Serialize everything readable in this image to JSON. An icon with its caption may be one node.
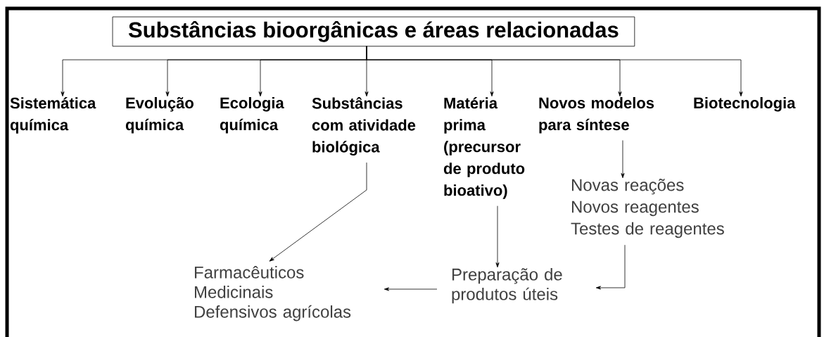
{
  "diagram": {
    "nodes": [
      {
        "text": [
          "Substâncias bioorgânicas e áreas relacionadas"
        ]
      },
      {
        "text": [
          "Sistemática química"
        ]
      },
      {
        "text": [
          "Evolução química"
        ]
      },
      {
        "text": [
          "Ecologia química"
        ]
      },
      {
        "text": [
          "Substâncias com atividade biológica"
        ]
      },
      {
        "text": [
          "Matéria prima (precursor de produto bioativo)"
        ]
      },
      {
        "text": [
          "Novos modelos para síntese"
        ]
      },
      {
        "text": [
          "Biotecnologia"
        ]
      },
      {
        "text": [
          "Novas reações",
          "Novos reagentes",
          "Testes de reagentes"
        ]
      },
      {
        "text": [
          "Farmacêuticos",
          "Medicinais",
          "Defensivos agrícolas"
        ]
      },
      {
        "text": [
          "Preparação de produtos úteis"
        ]
      }
    ],
    "edges": [
      {
        "from": 0,
        "to": 1,
        "arrow": "to"
      },
      {
        "from": 0,
        "to": 2,
        "arrow": "to"
      },
      {
        "from": 0,
        "to": 3,
        "arrow": "to"
      },
      {
        "from": 0,
        "to": 4,
        "arrow": "to"
      },
      {
        "from": 0,
        "to": 5,
        "arrow": "to"
      },
      {
        "from": 0,
        "to": 6,
        "arrow": "to"
      },
      {
        "from": 0,
        "to": 7,
        "arrow": "to"
      },
      {
        "from": 4,
        "to": 9,
        "arrow": "to"
      },
      {
        "from": 5,
        "to": 10,
        "arrow": "to"
      },
      {
        "from": 6,
        "to": 8,
        "arrow": "to"
      },
      {
        "from": 8,
        "to": 10,
        "arrow": "to"
      },
      {
        "from": 10,
        "to": 9,
        "arrow": "to"
      }
    ]
  }
}
